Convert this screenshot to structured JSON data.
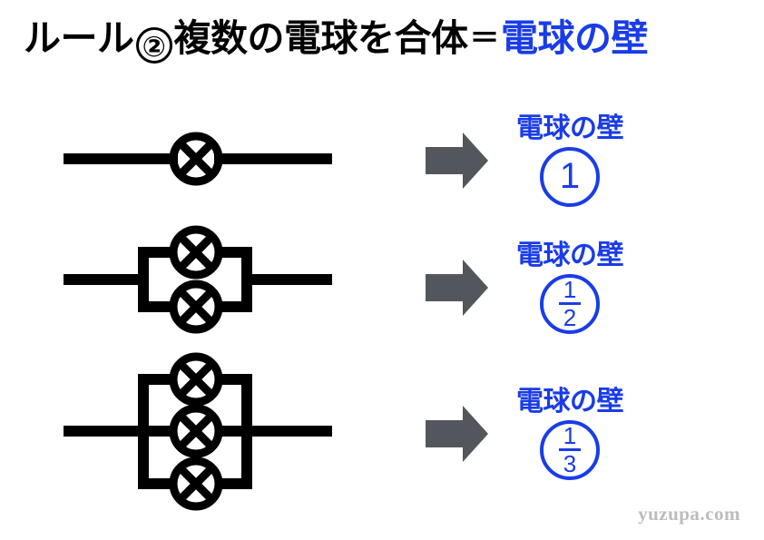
{
  "title": {
    "prefix": "ルール",
    "circled_number": "②",
    "middle": "複数の電球を合体",
    "equals": "＝",
    "highlight": "電球の壁",
    "highlight_color": "#1a3ce8",
    "text_color": "#000000"
  },
  "colors": {
    "blue": "#1a3ce8",
    "arrow_gray": "#54565e",
    "wire_black": "#000000",
    "watermark_gray": "#bcbcbc"
  },
  "rows": [
    {
      "id": "row-1-lamp",
      "lamp_count": 1,
      "caption": "電球の壁",
      "value_type": "whole",
      "value": "1",
      "numerator": "",
      "denominator": "",
      "arrow": "right-arrow-icon"
    },
    {
      "id": "row-2-lamps",
      "lamp_count": 2,
      "caption": "電球の壁",
      "value_type": "fraction",
      "value": "1/2",
      "numerator": "1",
      "denominator": "2",
      "arrow": "right-arrow-icon"
    },
    {
      "id": "row-3-lamps",
      "lamp_count": 3,
      "caption": "電球の壁",
      "value_type": "fraction",
      "value": "1/3",
      "numerator": "1",
      "denominator": "3",
      "arrow": "right-arrow-icon"
    }
  ],
  "watermark": "yuzupa.com"
}
